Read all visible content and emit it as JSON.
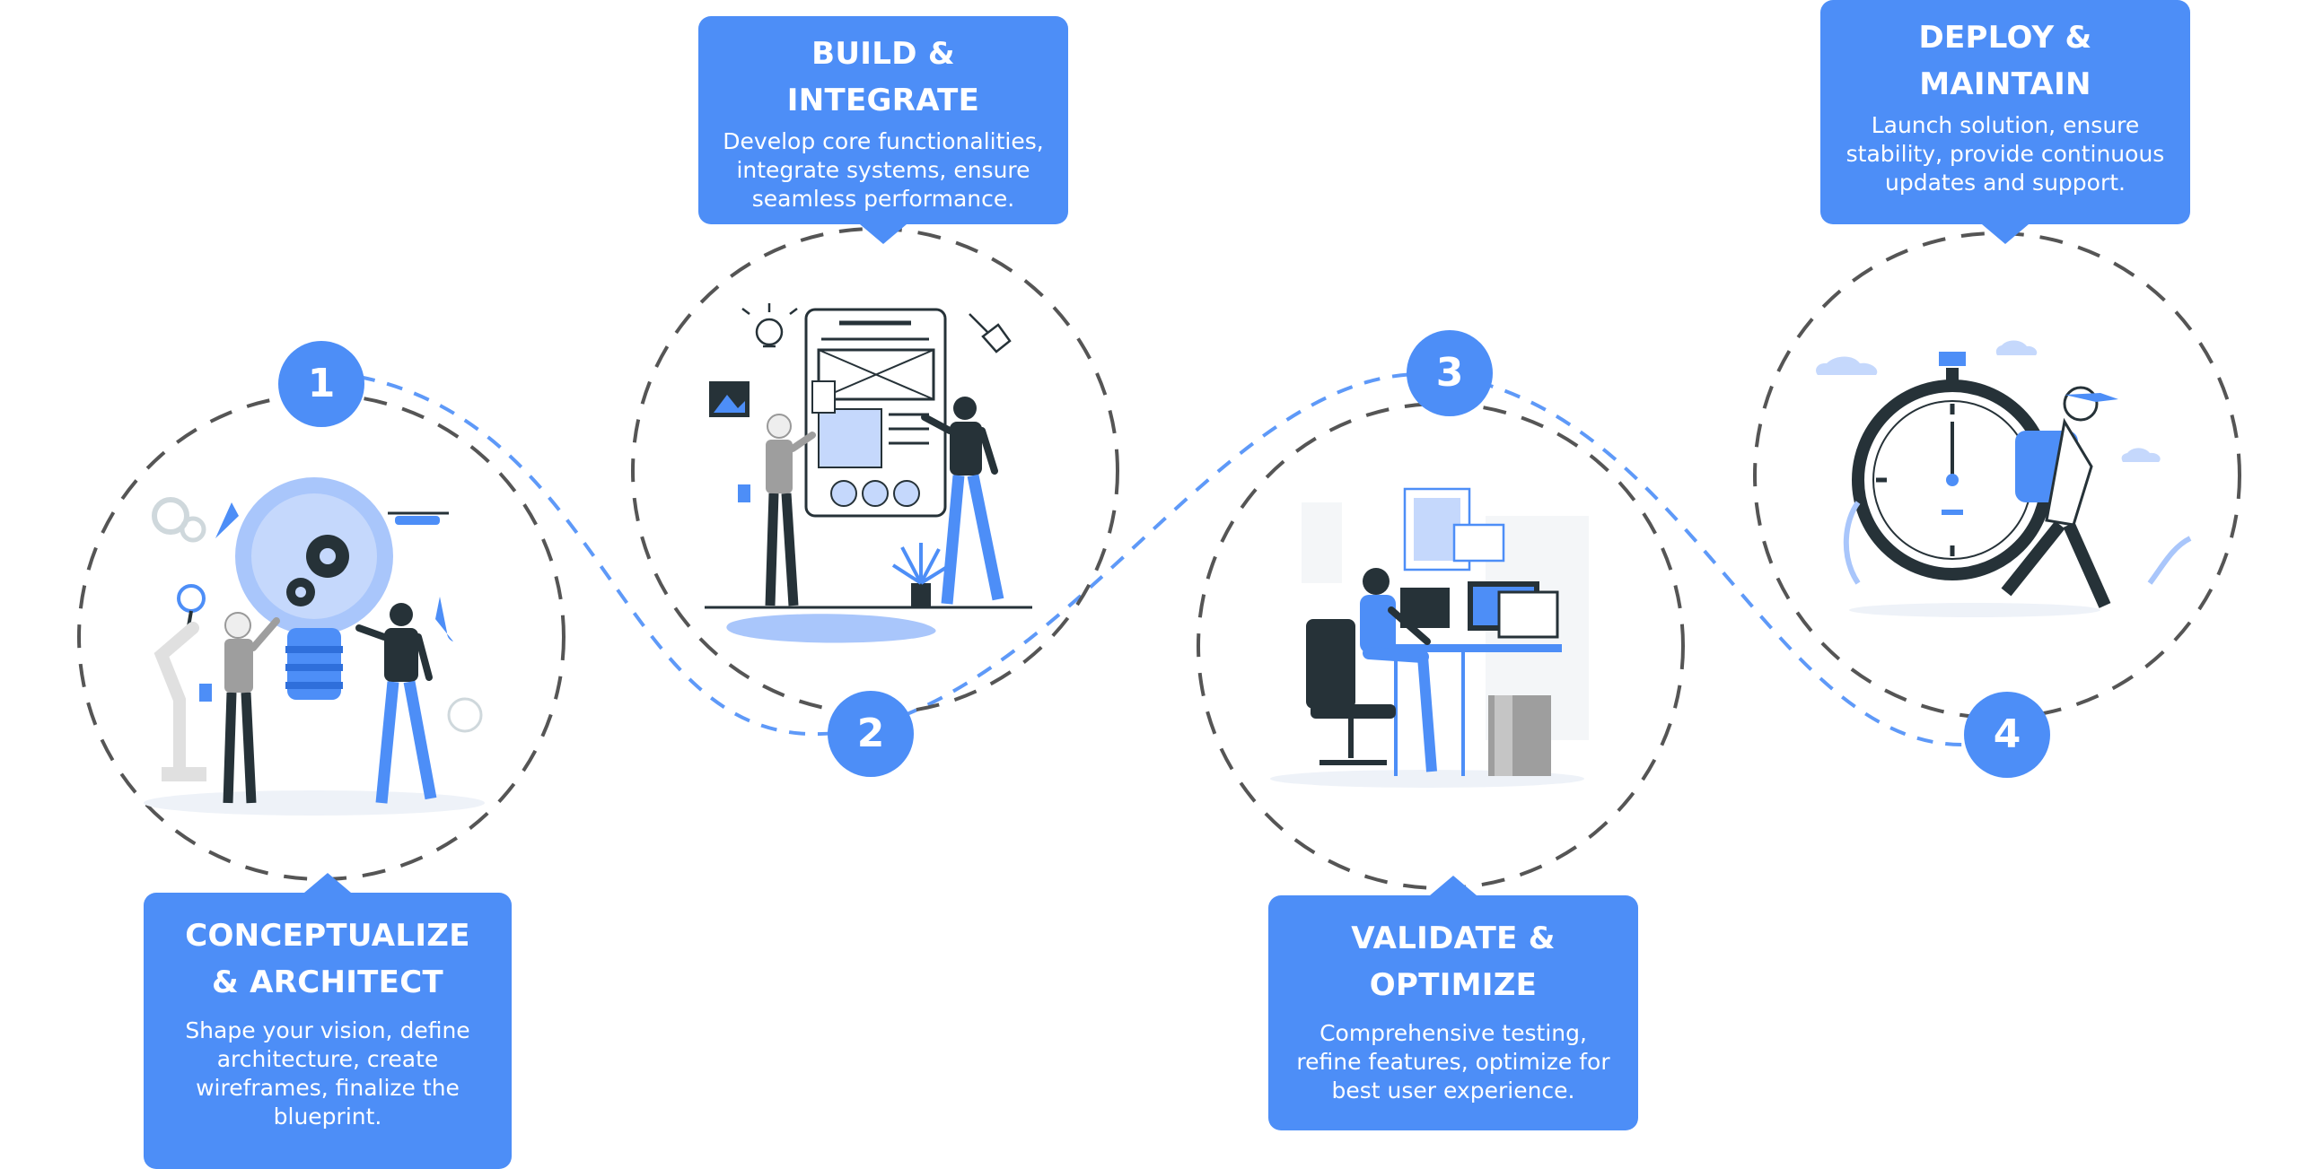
{
  "steps": [
    {
      "number": "1",
      "title": "CONCEPTUALIZE & ARCHITECT",
      "description": "Shape your vision, define architecture, create wireframes, finalize the blueprint."
    },
    {
      "number": "2",
      "title": "BUILD & INTEGRATE",
      "description": "Develop core functionalities, integrate systems, ensure seamless performance."
    },
    {
      "number": "3",
      "title": "VALIDATE & OPTIMIZE",
      "description": "Comprehensive testing, refine features, optimize for best user experience."
    },
    {
      "number": "4",
      "title": "DEPLOY & MAINTAIN",
      "description": "Launch solution, ensure stability, provide continuous updates and support."
    }
  ],
  "colors": {
    "accent": "#4d8ef7",
    "accent_light": "#a9c6fb",
    "dash_gray": "#555555",
    "dark": "#263238"
  }
}
